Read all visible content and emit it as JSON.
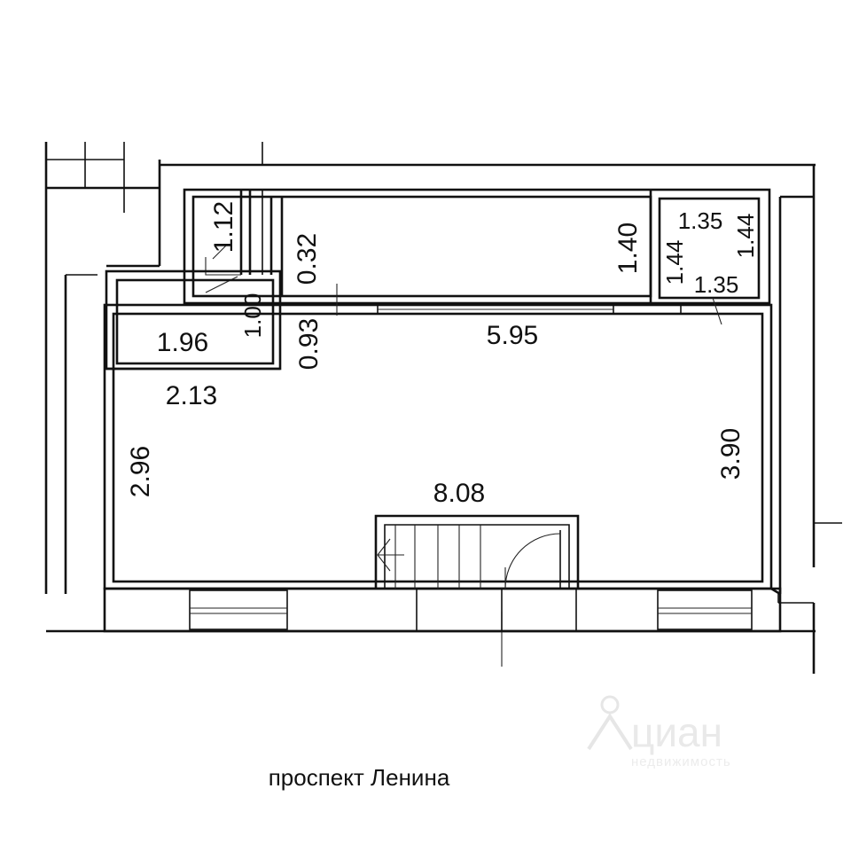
{
  "dimensions": {
    "closet_height": "1.12",
    "corridor_width": "0.32",
    "bath_height": "1.40",
    "small_room_top": "1.35",
    "small_room_left": "1.44",
    "small_room_right": "1.44",
    "small_room_bottom": "1.35",
    "vestibule_height": "1.00",
    "vestibule_width": "1.96",
    "passage_width": "0.93",
    "main_room_top": "5.95",
    "left_width": "2.13",
    "left_height": "2.96",
    "main_room_right": "3.90",
    "main_room_bottom": "8.08"
  },
  "street_label": "проспект Ленина",
  "watermark": {
    "brand": "циан",
    "tagline": "недвижимость"
  }
}
